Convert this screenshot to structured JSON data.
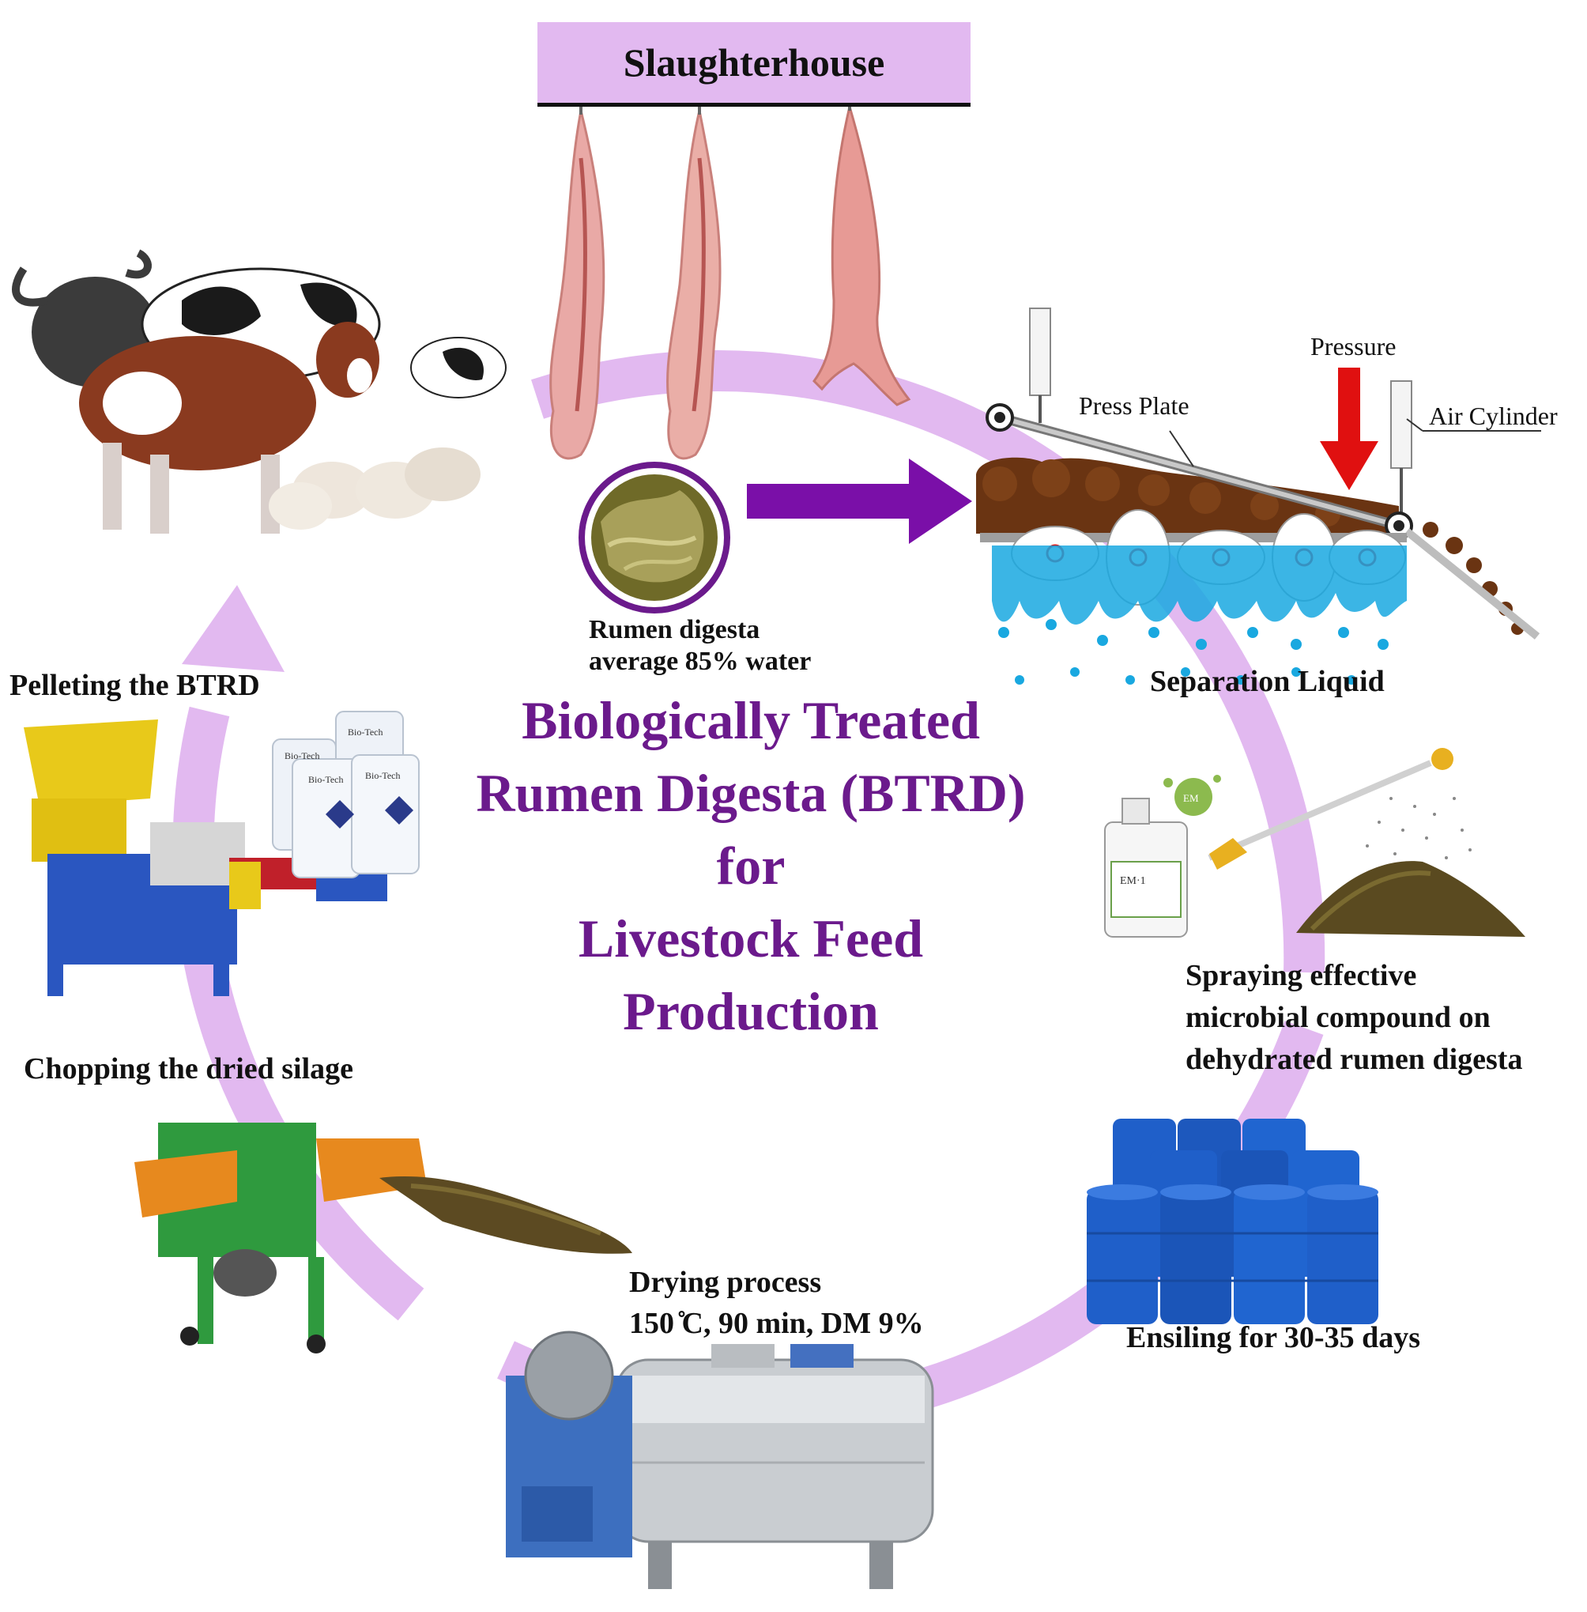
{
  "header": {
    "title": "Slaughterhouse"
  },
  "title": {
    "line1": "Biologically Treated",
    "line2": "Rumen Digesta (BTRD)",
    "line3": "for",
    "line4": "Livestock Feed",
    "line5": "Production"
  },
  "steps": {
    "rumen_line1": "Rumen digesta",
    "rumen_line2": "average 85% water",
    "separation": "Separation Liquid",
    "spraying_line1": "Spraying effective",
    "spraying_line2": "microbial compound on",
    "spraying_line3": "dehydrated rumen digesta",
    "ensiling": "Ensiling for 30-35 days",
    "drying_line1": "Drying process",
    "drying_line2": "150  ̊C, 90 min, DM 9%",
    "chopping": "Chopping the dried silage",
    "pelleting": "Pelleting the BTRD"
  },
  "press": {
    "pressure": "Pressure",
    "press_plate": "Press Plate",
    "air_cylinder": "Air Cylinder"
  },
  "products": {
    "bag_label": "Bio-Tech",
    "bottle_label": "EM·1",
    "em_logo": "EM"
  },
  "colors": {
    "cycle_ring": "#e2b9f0",
    "title": "#6b1a8c",
    "arrow": "#7a0fa8",
    "pressure_arrow": "#e01010",
    "liquid": "#19a8e0",
    "digesta": "#6a3412",
    "barrel": "#1f5fc9"
  }
}
